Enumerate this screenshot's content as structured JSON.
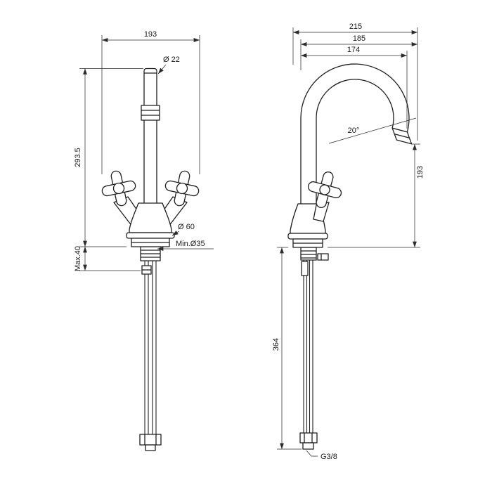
{
  "front_view": {
    "width": "193",
    "spout_diameter": "Ø 22",
    "height": "293.5",
    "base_diameter": "Ø 60",
    "min_hole": "Min.Ø35",
    "max_deck": "Max.40"
  },
  "side_view": {
    "depth_overall": "215",
    "depth_mid": "185",
    "depth_inner": "174",
    "spout_angle": "20°",
    "outlet_height": "193",
    "pipe_length": "364",
    "thread": "G3/8"
  }
}
